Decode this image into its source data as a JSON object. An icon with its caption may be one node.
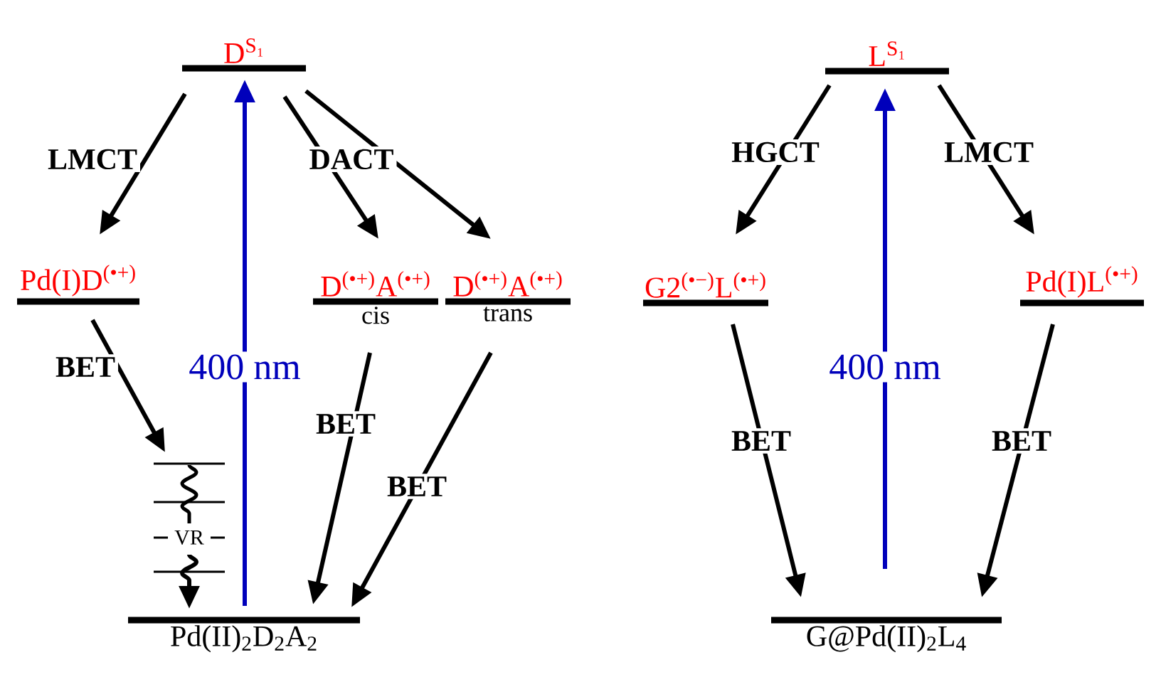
{
  "diagram": {
    "nodes": [
      {
        "text": [
          "D$^{S₁}$"
        ]
      },
      {
        "text": [
          "Pd(I)D$^{(•+)}$"
        ]
      },
      {
        "text": [
          "D$^{(•+)}$A$^{(•+)}$"
        ],
        "beside": [
          "cis"
        ]
      },
      {
        "text": [
          "D$^{(•+)}$A$^{(•+)}$"
        ],
        "beside": [
          "trans"
        ]
      },
      {
        "text": [
          "Pd(II)$_{2}$D$_{2}$A$_{2}$"
        ]
      },
      {
        "text": [
          "L$^{S₁}$"
        ]
      },
      {
        "text": [
          "G2$^{(•−)}$L$^{(•+)}$"
        ]
      },
      {
        "text": [
          "Pd(I)L$^{(•+)}$"
        ]
      },
      {
        "text": [
          "G@Pd(II)$_{2}$L$_{4}$"
        ]
      },
      {
        "text": [
          "VR"
        ]
      }
    ],
    "edges": [
      {
        "from": 0,
        "to": 1,
        "arrow": "to",
        "label": "LMCT"
      },
      {
        "from": 0,
        "to": 2,
        "arrow": "to",
        "label": "DACT"
      },
      {
        "from": 0,
        "to": 3,
        "arrow": "to"
      },
      {
        "from": 1,
        "to": 9,
        "arrow": "to",
        "label": "BET"
      },
      {
        "from": 9,
        "to": 4,
        "arrow": "to"
      },
      {
        "from": 2,
        "to": 4,
        "arrow": "to",
        "label": "BET"
      },
      {
        "from": 3,
        "to": 4,
        "arrow": "to",
        "label": "BET"
      },
      {
        "from": 4,
        "to": 0,
        "arrow": "to",
        "label": "400 nm",
        "color": "#0000bb"
      },
      {
        "from": 5,
        "to": 6,
        "arrow": "to",
        "label": "HGCT"
      },
      {
        "from": 5,
        "to": 7,
        "arrow": "to",
        "label": "LMCT"
      },
      {
        "from": 6,
        "to": 8,
        "arrow": "to",
        "label": "BET"
      },
      {
        "from": 7,
        "to": 8,
        "arrow": "to",
        "label": "BET"
      },
      {
        "from": 8,
        "to": 5,
        "arrow": "to",
        "label": "400 nm",
        "color": "#0000bb"
      }
    ]
  }
}
